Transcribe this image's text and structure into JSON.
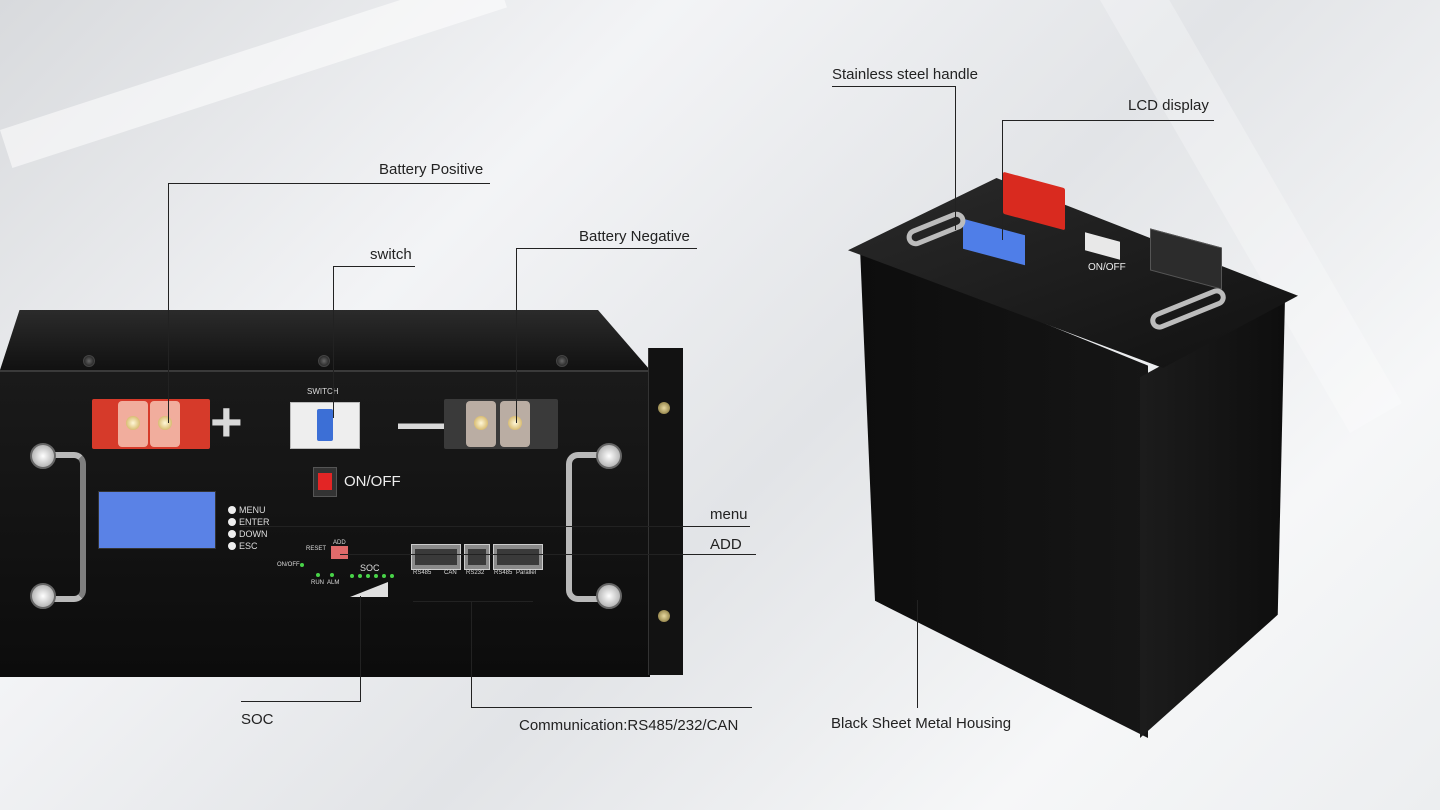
{
  "labels": {
    "battery_positive": "Battery Positive",
    "switch": "switch",
    "battery_negative": "Battery Negative",
    "menu": "menu",
    "add": "ADD",
    "soc": "SOC",
    "communication": "Communication:RS485/232/CAN",
    "stainless_handle": "Stainless steel handle",
    "lcd_display": "LCD display",
    "housing": "Black Sheet Metal Housing"
  },
  "panel": {
    "switch_label": "SWITCH",
    "onoff": "ON/OFF",
    "menu_items": [
      "MENU",
      "ENTER",
      "DOWN",
      "ESC"
    ],
    "reset": "RESET",
    "add": "ADD",
    "onoff_small": "ON/OFF",
    "run": "RUN",
    "alm": "ALM",
    "soc": "SOC",
    "ports": [
      "RS485",
      "CAN",
      "RS232",
      "RS485",
      "Parallel"
    ]
  },
  "iso_panel": {
    "onoff": "ON/OFF"
  },
  "colors": {
    "terminal_positive": "#d63a2a",
    "lcd_blue": "#5a82e6",
    "housing": "#111111",
    "status_led": "#48d348"
  }
}
